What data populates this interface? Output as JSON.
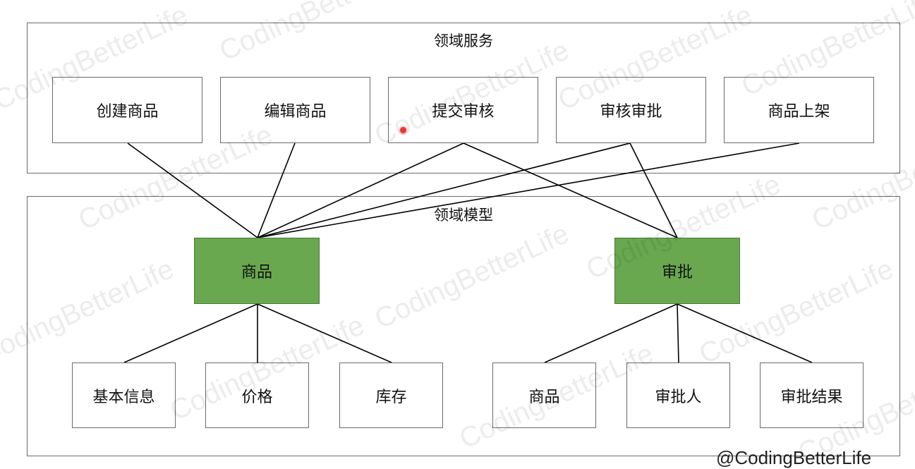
{
  "domain_service": {
    "title": "领域服务",
    "boxes": [
      "创建商品",
      "编辑商品",
      "提交审核",
      "审核审批",
      "商品上架"
    ]
  },
  "domain_model": {
    "title": "领域模型",
    "aggregates": {
      "product": {
        "label": "商品",
        "children": [
          "基本信息",
          "价格",
          "库存"
        ]
      },
      "approval": {
        "label": "审批",
        "children": [
          "商品",
          "审批人",
          "审批结果"
        ]
      }
    }
  },
  "watermark": "CodingBetterLife",
  "copyright": "@CodingBetterLife",
  "colors": {
    "aggregate_fill": "#6aa84f",
    "border": "#6b6b6b",
    "line": "#000000"
  }
}
